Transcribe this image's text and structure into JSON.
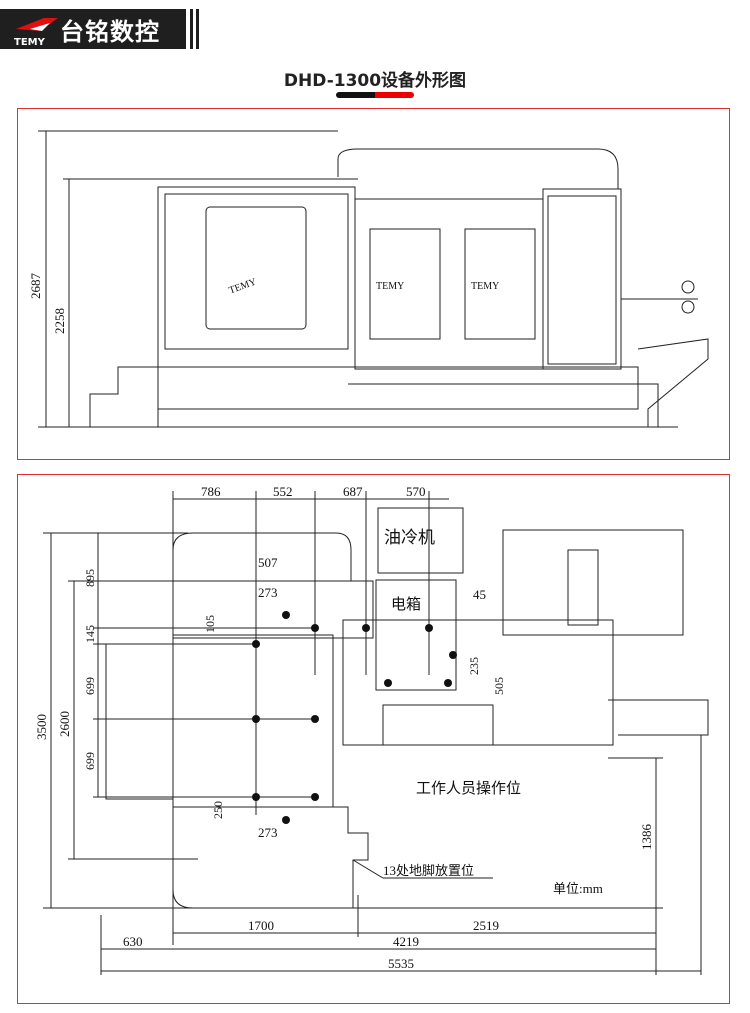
{
  "header": {
    "brand_text": "台铭数控",
    "logo_text": "TEMY"
  },
  "title": "DHD-1300设备外形图",
  "front_view": {
    "dims": {
      "total_height": "2687",
      "height_2": "2258"
    },
    "machine_labels": [
      "TEMY",
      "TEMY",
      "TEMY"
    ]
  },
  "plan_view": {
    "top_dims": [
      "786",
      "552",
      "687",
      "570"
    ],
    "left_dims": {
      "total": "3500",
      "inner": "2600",
      "d895": "895",
      "d145": "145",
      "d699a": "699",
      "d699b": "699"
    },
    "inner_dims": {
      "d507": "507",
      "d273a": "273",
      "d105": "105",
      "d250": "250",
      "d273b": "273",
      "d235": "235",
      "d505": "505",
      "d45": "45"
    },
    "bottom_dims": {
      "d1700": "1700",
      "d2519": "2519",
      "d630": "630",
      "d4219": "4219",
      "d5535": "5535"
    },
    "right_dim": "1386",
    "labels": {
      "oil_cooler": "油冷机",
      "electric_box": "电箱",
      "operator_position": "工作人员操作位",
      "feet": "13处地脚放置位",
      "unit": "单位:mm"
    }
  }
}
